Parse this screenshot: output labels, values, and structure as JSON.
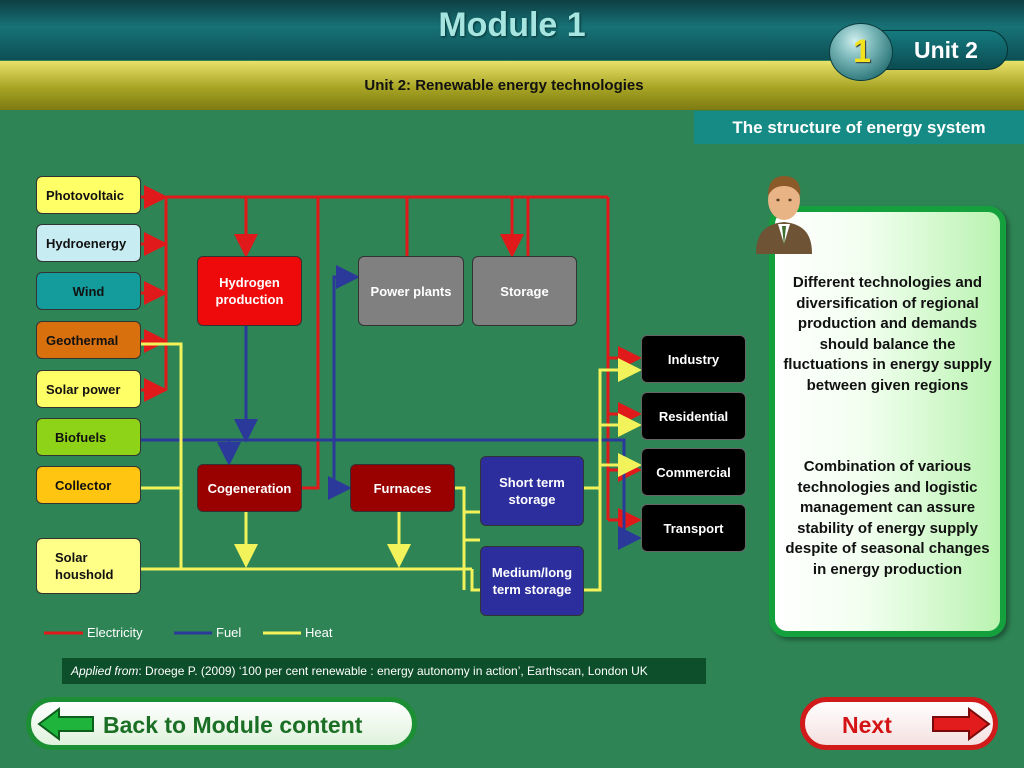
{
  "header": {
    "module_title": "Module 1",
    "unit_number": "1",
    "unit_label": "Unit 2",
    "subtitle": "Unit 2: Renewable energy technologies",
    "section_title": "The structure of energy system"
  },
  "diagram": {
    "sources": [
      {
        "id": "photovoltaic",
        "label": "Photovoltaic",
        "color": "#ffff66"
      },
      {
        "id": "hydroenergy",
        "label": "Hydroenergy",
        "color": "#c7ecf2"
      },
      {
        "id": "wind",
        "label": "Wind",
        "color": "#149c9c"
      },
      {
        "id": "geothermal",
        "label": "Geothermal",
        "color": "#d8700e"
      },
      {
        "id": "solar-power",
        "label": "Solar power",
        "color": "#ffff66"
      },
      {
        "id": "biofuels",
        "label": "Biofuels",
        "color": "#8fd318"
      },
      {
        "id": "collector",
        "label": "Collector",
        "color": "#ffc510"
      },
      {
        "id": "solar-houshold",
        "label": "Solar houshold",
        "color": "#ffff88"
      }
    ],
    "converters": {
      "hydrogen_production": "Hydrogen production",
      "power_plants": "Power plants",
      "storage": "Storage",
      "cogeneration": "Cogeneration",
      "furnaces": "Furnaces",
      "short_term_storage": "Short term storage",
      "medium_long_term_storage": "Medium/long term storage"
    },
    "consumers": [
      "Industry",
      "Residential",
      "Commercial",
      "Transport"
    ],
    "colors": {
      "electricity": "#e01a1a",
      "fuel": "#2b3a9a",
      "heat": "#f2f25a",
      "hydrogen_box": "#ee0a0a",
      "storage_box": "#808080",
      "cogeneration_box": "#990000",
      "short_storage_box": "#2d2e9e"
    },
    "legend": [
      {
        "name": "Electricity",
        "color": "#e01a1a"
      },
      {
        "name": "Fuel",
        "color": "#2b3a9a"
      },
      {
        "name": "Heat",
        "color": "#f2f25a"
      }
    ]
  },
  "info_panel": {
    "icon": "person-icon",
    "paragraph_1": "Different technologies and diversification of regional production and demands should balance the fluctuations in energy supply between given regions",
    "paragraph_2": "Combination of various technologies and logistic management can assure stability of energy supply despite of seasonal changes in energy production"
  },
  "citation": {
    "prefix": "Applied from",
    "text": ": Droege P. (2009) ‘100 per cent renewable : energy autonomy in action’, Earthscan, London UK"
  },
  "navigation": {
    "back_label": "Back to Module content",
    "next_label": "Next"
  }
}
